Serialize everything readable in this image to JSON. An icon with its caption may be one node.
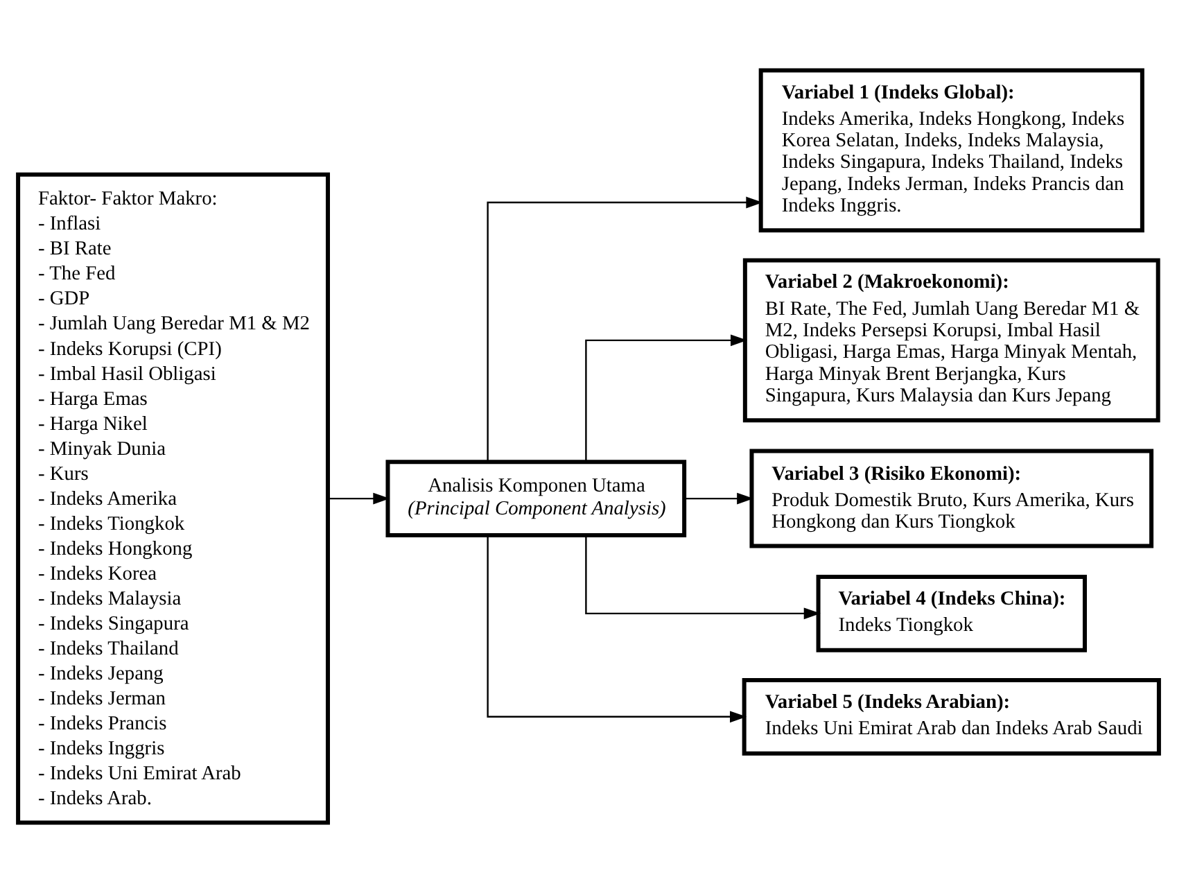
{
  "diagram": {
    "nodes": [
      {
        "text": [
          "Faktor- Faktor Makro:",
          "- Inflasi",
          "- BI Rate",
          "- The Fed",
          "- GDP",
          "- Jumlah Uang Beredar M1 & M2",
          "- Indeks Korupsi (CPI)",
          "- Imbal Hasil Obligasi",
          "- Harga Emas",
          "- Harga Nikel",
          "- Minyak Dunia",
          "- Kurs",
          "- Indeks Amerika",
          "- Indeks Tiongkok",
          "- Indeks Hongkong",
          "- Indeks Korea",
          "- Indeks Malaysia",
          "- Indeks Singapura",
          "- Indeks Thailand",
          "- Indeks Jepang",
          "- Indeks Jerman",
          "- Indeks Prancis",
          "- Indeks Inggris",
          "- Indeks Uni Emirat Arab",
          "- Indeks Arab."
        ]
      },
      {
        "text": [
          "Analisis Komponen Utama",
          "(Principal Component Analysis)"
        ]
      },
      {
        "text": [
          "Variabel 1 (Indeks Global):",
          "Indeks Amerika, Indeks Hongkong, Indeks Korea Selatan, Indeks, Indeks Malaysia, Indeks Singapura, Indeks Thailand, Indeks Jepang, Indeks Jerman, Indeks Prancis dan Indeks Inggris."
        ]
      },
      {
        "text": [
          "Variabel 2 (Makroekonomi):",
          "BI Rate, The Fed, Jumlah Uang Beredar M1 & M2, Indeks Persepsi Korupsi, Imbal Hasil Obligasi, Harga Emas, Harga Minyak Mentah, Harga Minyak Brent Berjangka, Kurs Singapura, Kurs Malaysia dan Kurs Jepang"
        ]
      },
      {
        "text": [
          "Variabel 3 (Risiko Ekonomi):",
          "Produk Domestik Bruto, Kurs Amerika, Kurs Hongkong dan Kurs Tiongkok"
        ]
      },
      {
        "text": [
          "Variabel 4 (Indeks China):",
          "Indeks Tiongkok"
        ]
      },
      {
        "text": [
          "Variabel 5 (Indeks Arabian):",
          "Indeks Uni Emirat Arab dan Indeks Arab Saudi"
        ]
      }
    ],
    "edges": [
      {
        "from": 0,
        "to": 1,
        "arrow": "to"
      },
      {
        "from": 1,
        "to": 2,
        "arrow": "to"
      },
      {
        "from": 1,
        "to": 3,
        "arrow": "to"
      },
      {
        "from": 1,
        "to": 4,
        "arrow": "to"
      },
      {
        "from": 1,
        "to": 5,
        "arrow": "to"
      },
      {
        "from": 1,
        "to": 6,
        "arrow": "to"
      }
    ]
  }
}
